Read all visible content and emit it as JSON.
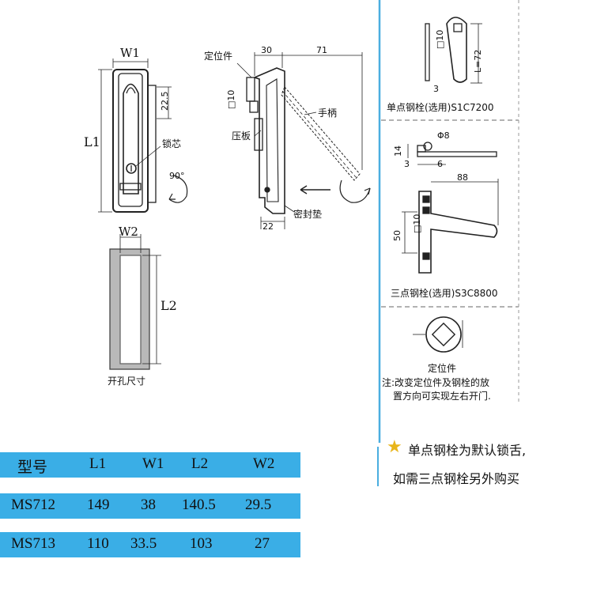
{
  "front_view": {
    "width_label": "W1",
    "height_label": "L1",
    "dim_22_5": "22.5",
    "lock_core": "锁芯",
    "rotation": "90°"
  },
  "cutout": {
    "width_label": "W2",
    "height_label": "L2",
    "caption": "开孔尺寸"
  },
  "side_view": {
    "positioning_part": "定位件",
    "dim_30": "30",
    "dim_71": "71",
    "dim_sq10": "□10",
    "handle": "手柄",
    "press_plate": "压板",
    "seal_gasket": "密封垫",
    "dim_22": "22"
  },
  "single_bolt": {
    "dim_sq10": "□10",
    "dim_L72": "L=72",
    "dim_3": "3",
    "caption": "单点钢栓(选用)S1C7200"
  },
  "three_bolt": {
    "dim_phi8": "Φ8",
    "dim_14": "14",
    "dim_3": "3",
    "dim_6": "6",
    "dim_88": "88",
    "dim_50": "50",
    "dim_sq10": "□10",
    "caption": "三点钢栓(选用)S3C8800"
  },
  "locator": {
    "caption": "定位件",
    "note_line1": "注:改变定位件及钢栓的放",
    "note_line2": "置方向可实现左右开门."
  },
  "notice": {
    "star": "★",
    "line1": "单点钢栓为默认锁舌,",
    "line2": "如需三点钢栓另外购买"
  },
  "table": {
    "headers": [
      "型号",
      "L1",
      "W1",
      "L2",
      "W2"
    ],
    "rows": [
      [
        "MS712",
        "149",
        "38",
        "140.5",
        "29.5"
      ],
      [
        "MS713",
        "110",
        "33.5",
        "103",
        "27"
      ]
    ]
  },
  "colors": {
    "table_blue": "#3aaee6",
    "star": "#e8b51a",
    "divider": "#4aaee0"
  }
}
